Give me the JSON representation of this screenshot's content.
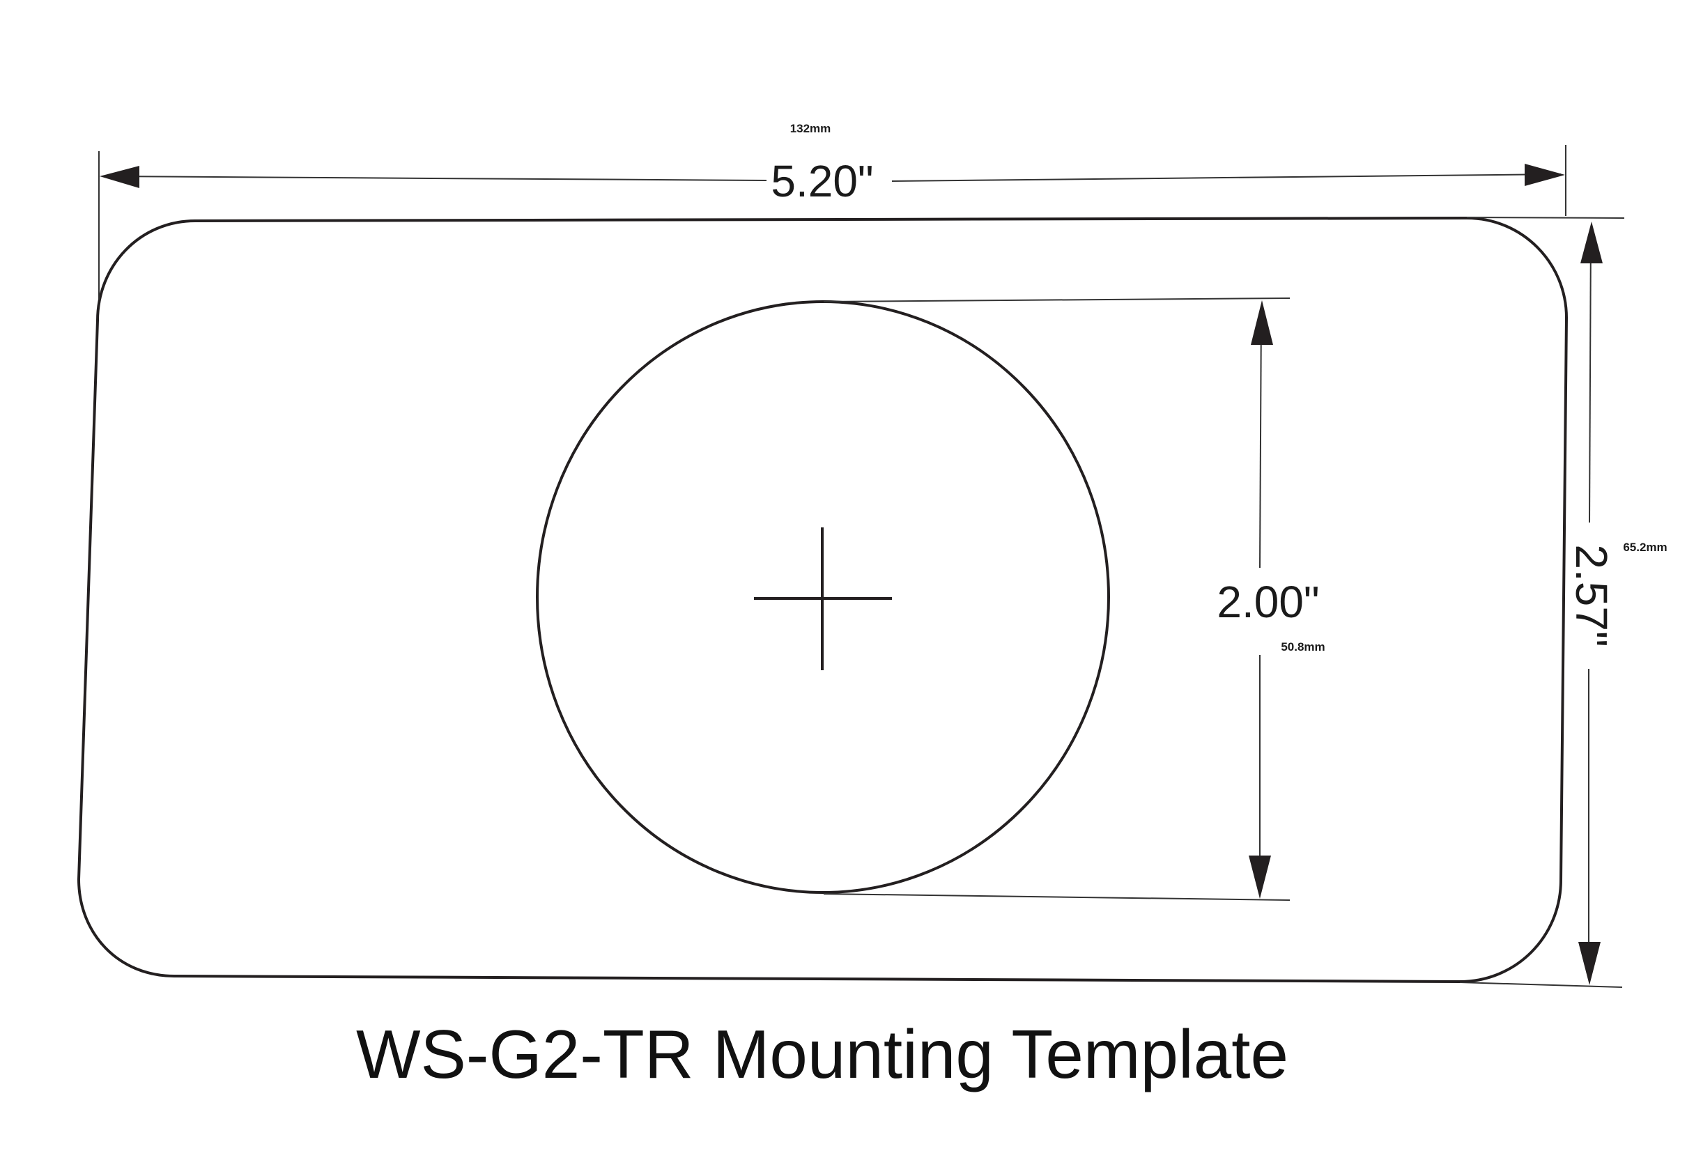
{
  "title": "WS-G2-TR Mounting Template",
  "dimensions": {
    "width": {
      "inches": "5.20\"",
      "mm": "132mm"
    },
    "height": {
      "inches": "2.57\"",
      "mm": "65.2mm"
    },
    "hole_diameter": {
      "inches": "2.00\"",
      "mm": "50.8mm"
    }
  },
  "colors": {
    "line": "#231f20",
    "background": "#ffffff"
  }
}
